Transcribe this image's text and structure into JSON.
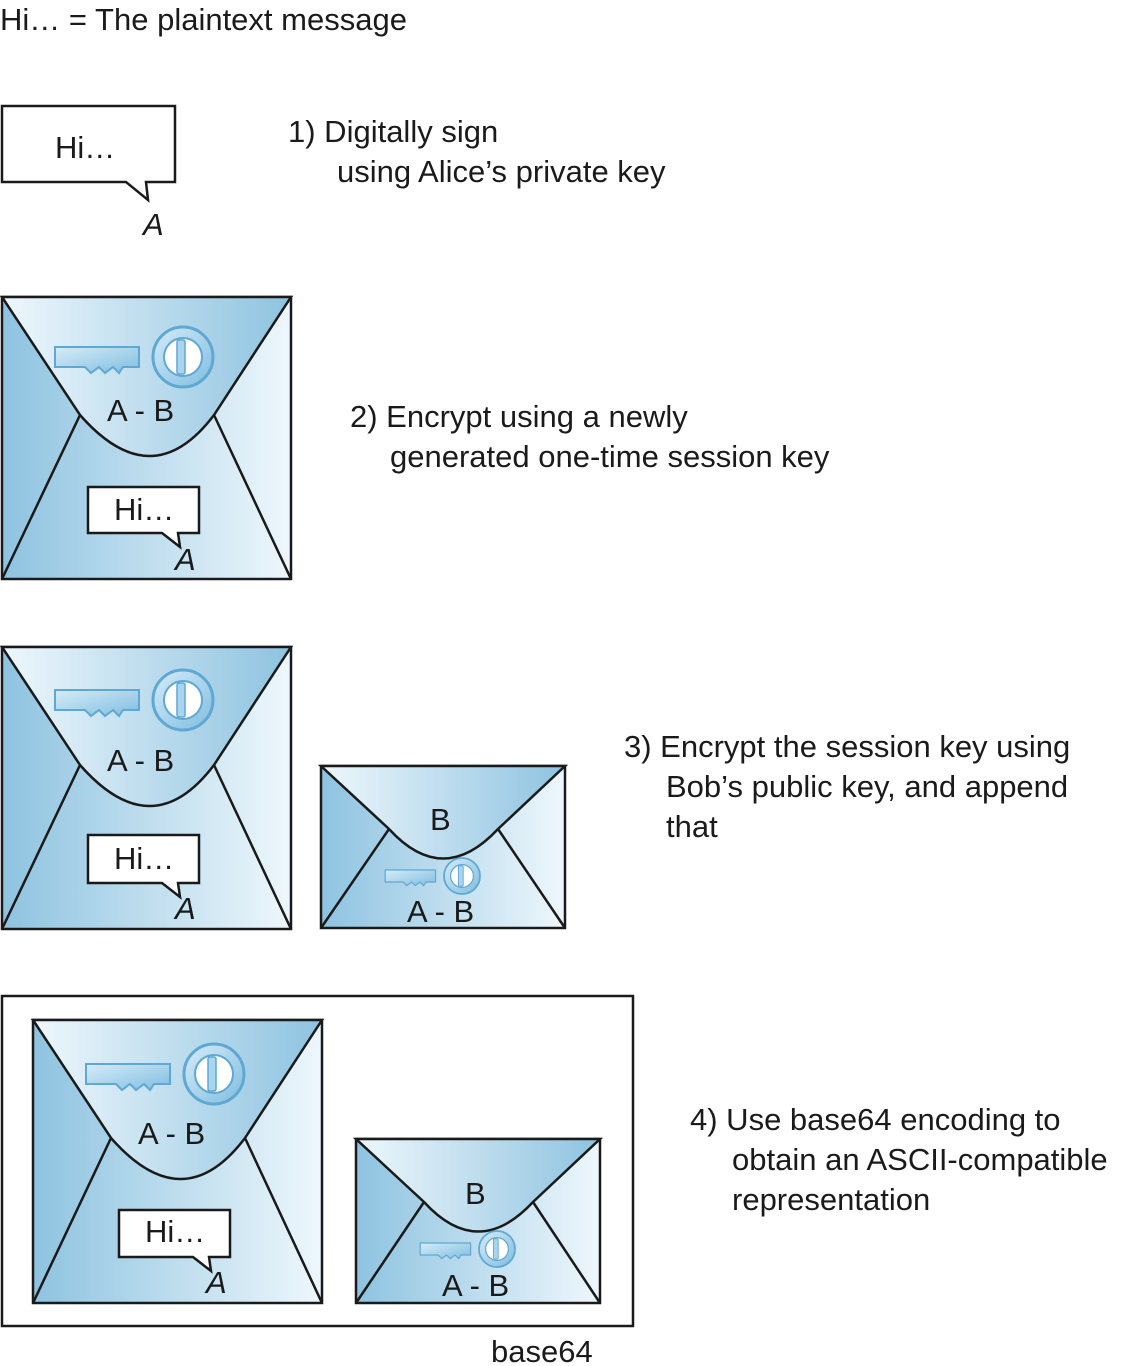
{
  "legend": "Hi… = The plaintext message",
  "message_text": "Hi…",
  "signer_label": "A",
  "session_key_label": "A - B",
  "recipient_label": "B",
  "base64_label": "base64",
  "steps": [
    {
      "lines": [
        "1)  Digitally sign",
        "using Alice’s private key"
      ]
    },
    {
      "lines": [
        "2) Encrypt using a newly",
        "generated one-time session key"
      ]
    },
    {
      "lines": [
        "3) Encrypt the session key using",
        "Bob’s public key, and append",
        "that"
      ]
    },
    {
      "lines": [
        "4) Use base64 encoding to",
        "obtain an ASCII-compatible",
        "representation"
      ]
    }
  ],
  "colors": {
    "envelope_dark": "#8ec3e0",
    "envelope_light": "#eef7fc",
    "stroke": "#1a1a1a",
    "key": "#a9d4ee"
  },
  "icons": [
    "envelope-icon",
    "key-icon",
    "speech-bubble-icon"
  ]
}
